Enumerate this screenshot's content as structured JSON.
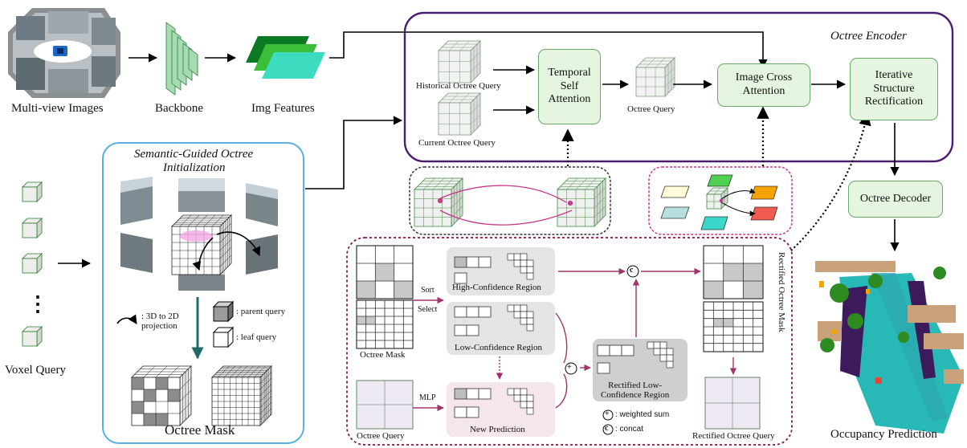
{
  "inputs": {
    "multiview": "Multi-view Images",
    "backbone": "Backbone",
    "img_features": "Img Features",
    "voxel_query": "Voxel Query",
    "voxel_ellipsis": "⋮"
  },
  "init": {
    "title_line1": "Semantic-Guided Octree",
    "title_line2": "Initialization",
    "proj_legend": ": 3D to 2D\nprojection",
    "parent_legend": ": parent query",
    "leaf_legend": ": leaf query",
    "mask_label": "Octree Mask"
  },
  "encoder": {
    "title": "Octree Encoder",
    "historical": "Historical Octree Query",
    "current": "Current Octree Query",
    "tsa": "Temporal\nSelf\nAttention",
    "octree_query": "Octree Query",
    "ica": "Image Cross\nAttention",
    "isr": "Iterative\nStructure\nRectification"
  },
  "decoder": {
    "label": "Octree Decoder",
    "occupancy": "Occupancy Prediction"
  },
  "rectify": {
    "octree_mask": "Octree Mask",
    "sort": "Sort",
    "select": "Select",
    "high": "High-Confidence Region",
    "low": "Low-Confidence Region",
    "mlp": "MLP",
    "new_pred": "New Prediction",
    "octree_query": "Octree Query",
    "rect_low": "Rectified Low-\nConfidence Region",
    "rect_mask_vertical": "Rectified Octree Mask",
    "rect_query": "Rectified Octree Query",
    "plus_symbol": "+",
    "concat_symbol": "c",
    "weighted_sum": ": weighted sum",
    "concat": ": concat"
  }
}
